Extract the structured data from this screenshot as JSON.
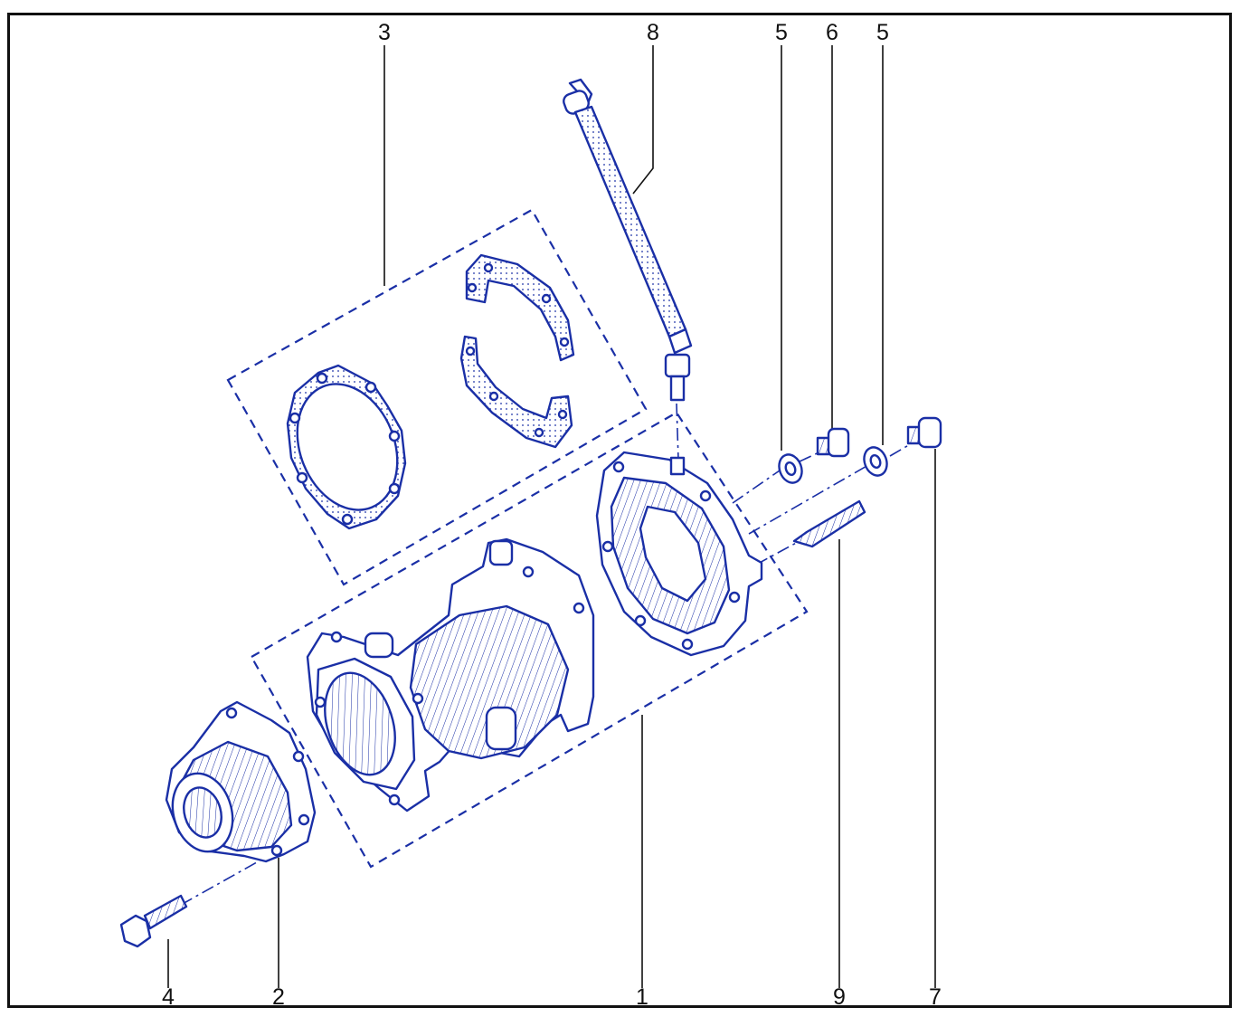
{
  "callouts": {
    "c3": "3",
    "c8": "8",
    "c5a": "5",
    "c6": "6",
    "c5b": "5",
    "c4": "4",
    "c2": "2",
    "c1": "1",
    "c9": "9",
    "c7": "7"
  },
  "colors": {
    "line": "#1a2fa6",
    "fill": "#eef1ff",
    "frame": "#111111",
    "leader": "#111111"
  },
  "icons": [
    "gasket-icon",
    "cover-icon",
    "housing-icon",
    "bearing-retainer-icon",
    "bolt-icon",
    "washer-icon",
    "plug-icon",
    "stud-icon",
    "breather-tube-icon"
  ]
}
